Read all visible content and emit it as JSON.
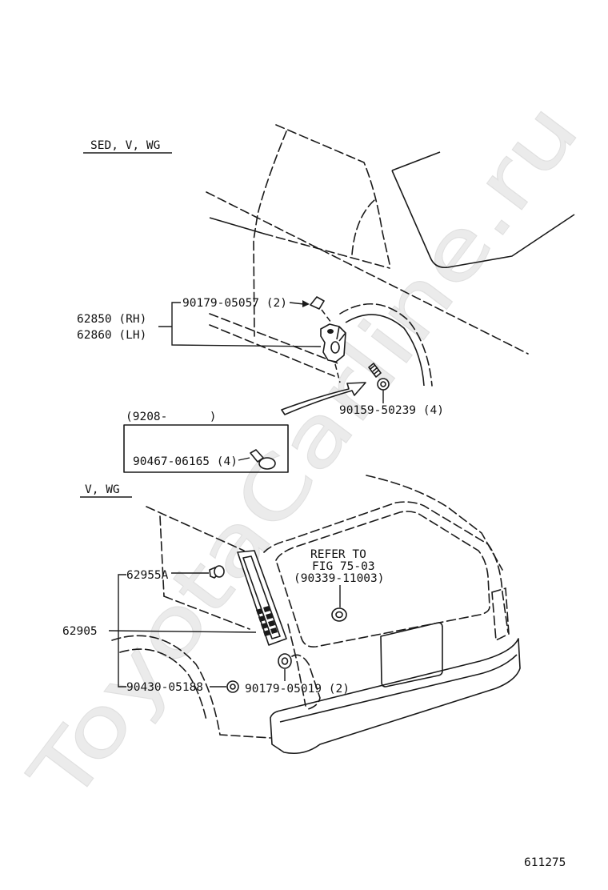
{
  "watermark": "ToyotaCarline.ru",
  "figure_number": "611275",
  "top_section": {
    "title": "SED, V, WG",
    "labels": {
      "part_62850": "62850 (RH)",
      "part_62860": "62860 (LH)",
      "clip_90179_05057": "90179-05057 (2)",
      "screw_90159_50239": "90159-50239 (4)",
      "date_range": "(9208-      )",
      "clip_90467_06165": "90467-06165 (4)"
    }
  },
  "bottom_section": {
    "title": "V, WG",
    "labels": {
      "refer_line1": "REFER TO",
      "refer_line2": "FIG 75-03",
      "refer_part": "(90339-11003)",
      "clip_62955A": "62955A",
      "garnish_62905": "62905",
      "grommet_90430_05188": "90430-05188",
      "grommet_90179_05019": "90179-05019 (2)"
    }
  }
}
